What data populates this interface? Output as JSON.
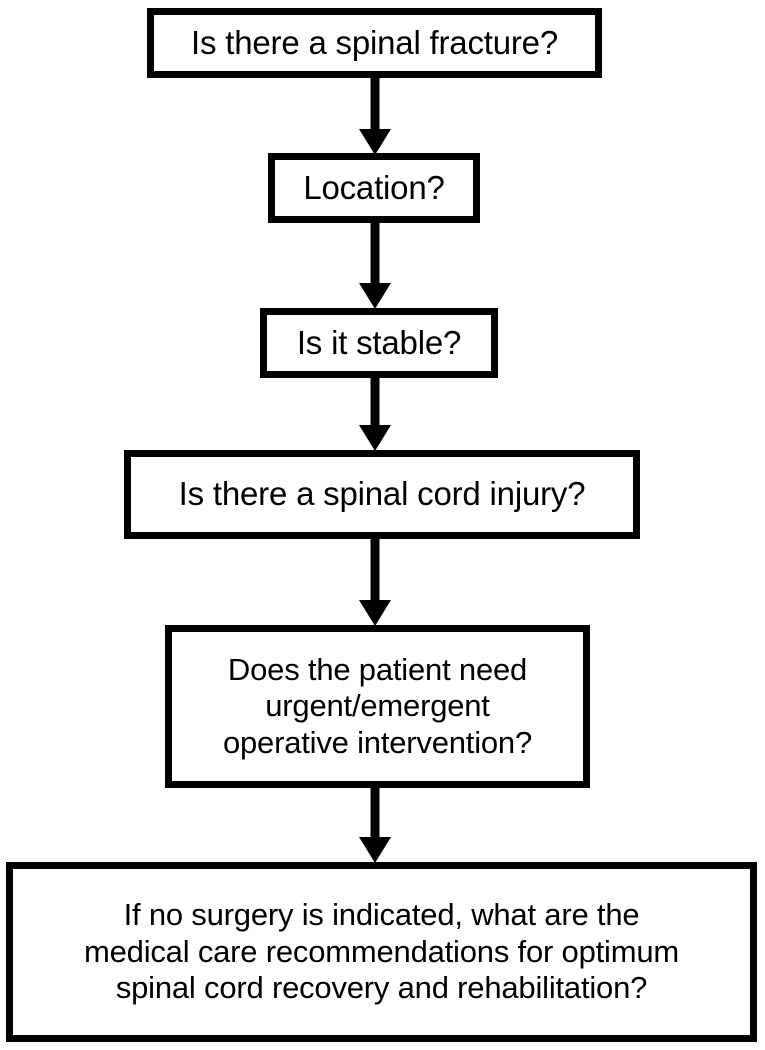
{
  "diagram": {
    "type": "flowchart",
    "orientation": "vertical",
    "title": "",
    "colors": {
      "box_border": "#000000",
      "box_fill": "#ffffff",
      "text": "#000000",
      "arrow": "#000000",
      "background": "#ffffff"
    },
    "nodes": [
      {
        "id": "node-1",
        "name": "spinal-fracture-question",
        "text": "Is there a spinal fracture?",
        "shape": "rectangle"
      },
      {
        "id": "node-2",
        "name": "location-question",
        "text": "Location?",
        "shape": "rectangle"
      },
      {
        "id": "node-3",
        "name": "stability-question",
        "text": "Is it stable?",
        "shape": "rectangle"
      },
      {
        "id": "node-4",
        "name": "spinal-cord-injury-question",
        "text": "Is there a spinal cord injury?",
        "shape": "rectangle"
      },
      {
        "id": "node-5",
        "name": "urgent-operative-intervention-question",
        "text": "Does the patient need\nurgent/emergent\noperative intervention?",
        "shape": "rectangle"
      },
      {
        "id": "node-6",
        "name": "medical-care-recommendations-question",
        "text": "If no surgery is indicated, what are the\nmedical care recommendations for optimum\nspinal cord recovery and rehabilitation?",
        "shape": "rectangle"
      }
    ],
    "edges": [
      {
        "id": "arrow-1",
        "from": "node-1",
        "to": "node-2",
        "label": "",
        "style": "solid-arrow-down"
      },
      {
        "id": "arrow-2",
        "from": "node-2",
        "to": "node-3",
        "label": "",
        "style": "solid-arrow-down"
      },
      {
        "id": "arrow-3",
        "from": "node-3",
        "to": "node-4",
        "label": "",
        "style": "solid-arrow-down"
      },
      {
        "id": "arrow-4",
        "from": "node-4",
        "to": "node-5",
        "label": "",
        "style": "solid-arrow-down"
      },
      {
        "id": "arrow-5",
        "from": "node-5",
        "to": "node-6",
        "label": "",
        "style": "solid-arrow-down"
      }
    ]
  }
}
